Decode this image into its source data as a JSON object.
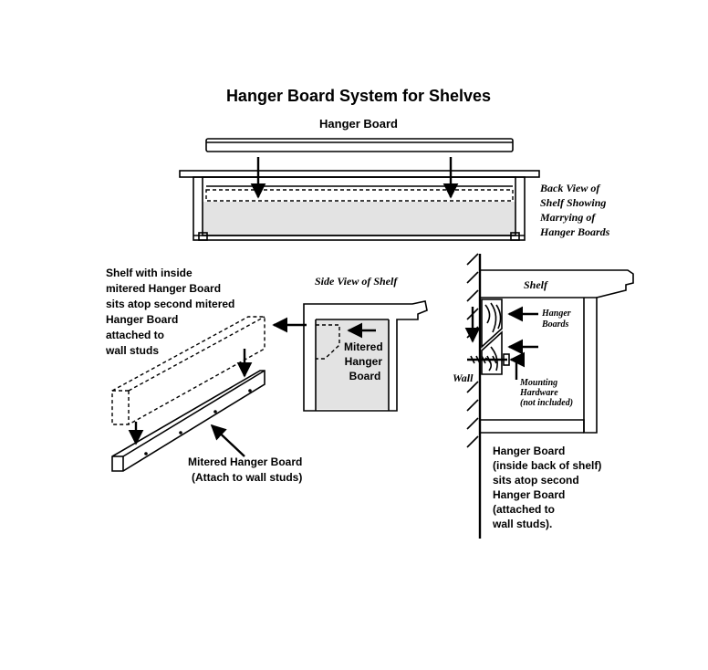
{
  "title": "Hanger Board System for Shelves",
  "top": {
    "label": "Hanger Board",
    "caption": [
      "Back View of",
      "Shelf Showing",
      "Marrying of",
      "Hanger Boards"
    ]
  },
  "left": {
    "caption": [
      "Shelf with inside",
      "mitered Hanger Board",
      "sits atop second mitered",
      "Hanger Board",
      "attached to",
      "wall studs"
    ],
    "board_label": [
      "Mitered Hanger Board",
      "(Attach to wall studs)"
    ]
  },
  "side": {
    "title": "Side View of Shelf",
    "label": [
      "Mitered",
      "Hanger",
      "Board"
    ]
  },
  "right": {
    "shelf": "Shelf",
    "hanger": [
      "Hanger",
      "Boards"
    ],
    "wall": "Wall",
    "hardware": [
      "Mounting",
      "Hardware",
      "(not included)"
    ],
    "caption": [
      "Hanger Board",
      "(inside back of shelf)",
      "sits atop second",
      "Hanger Board",
      "(attached to",
      "wall studs)."
    ]
  },
  "colors": {
    "ink": "#000000",
    "shade": "#e3e3e3"
  }
}
